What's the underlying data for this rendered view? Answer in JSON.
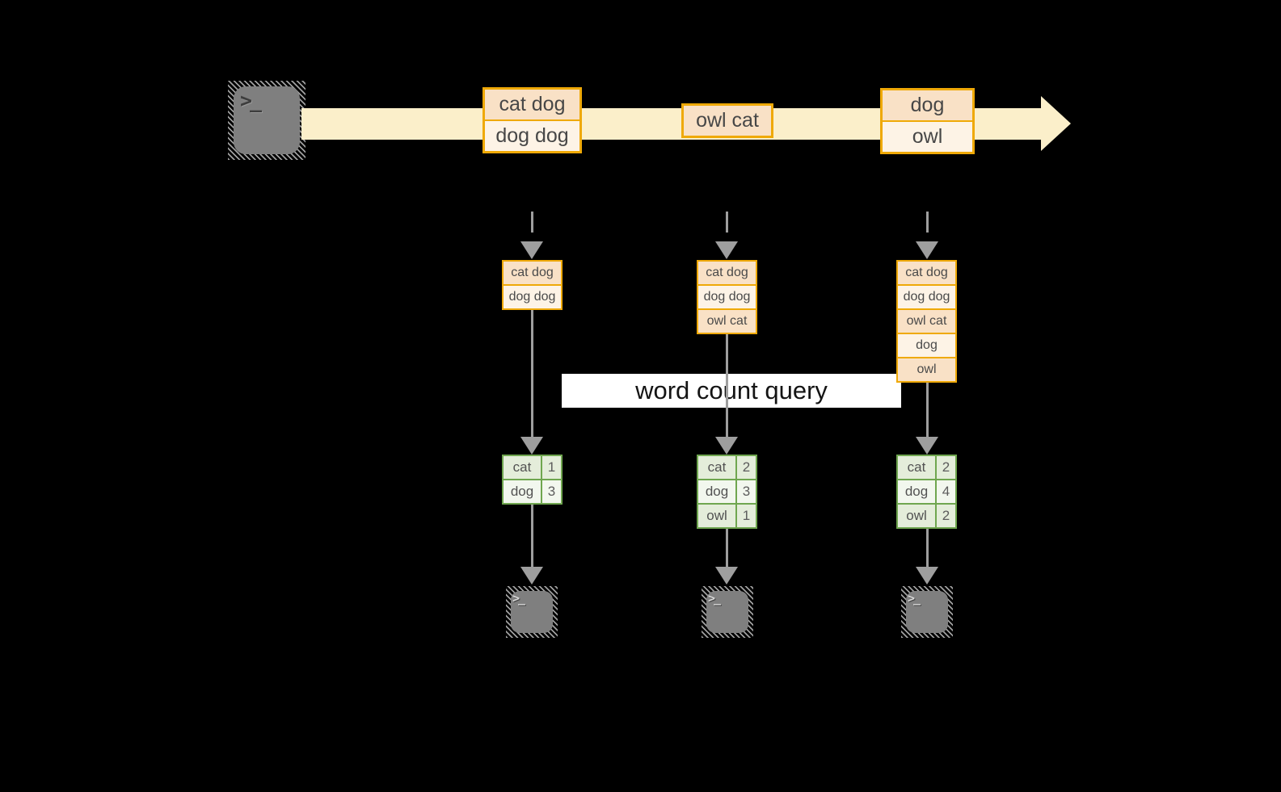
{
  "query_label": "word count query",
  "terminal_glyph": ">_",
  "colors": {
    "background": "#000000",
    "amber_border": "#efa907",
    "peach_fill": "#f9e1c6",
    "cream_fill": "#fdf3e6",
    "stream_band": "#fbefca",
    "arrow_gray": "#9e9e9e",
    "green_border": "#6fa64f",
    "green_fill_a": "#e4edda",
    "green_fill_b": "#f2f7ee",
    "terminal_gray": "#7f7f7f"
  },
  "stream": {
    "batches": [
      {
        "lines": [
          "cat dog",
          "dog dog"
        ]
      },
      {
        "lines": [
          "owl cat"
        ]
      },
      {
        "lines": [
          "dog",
          "owl"
        ]
      }
    ]
  },
  "micro_batches": [
    {
      "state": [
        "cat dog",
        "dog dog"
      ],
      "counts": [
        {
          "word": "cat",
          "count": "1"
        },
        {
          "word": "dog",
          "count": "3"
        }
      ]
    },
    {
      "state": [
        "cat dog",
        "dog dog",
        "owl cat"
      ],
      "counts": [
        {
          "word": "cat",
          "count": "2"
        },
        {
          "word": "dog",
          "count": "3"
        },
        {
          "word": "owl",
          "count": "1"
        }
      ]
    },
    {
      "state": [
        "cat dog",
        "dog dog",
        "owl cat",
        "dog",
        "owl"
      ],
      "counts": [
        {
          "word": "cat",
          "count": "2"
        },
        {
          "word": "dog",
          "count": "4"
        },
        {
          "word": "owl",
          "count": "2"
        }
      ]
    }
  ]
}
